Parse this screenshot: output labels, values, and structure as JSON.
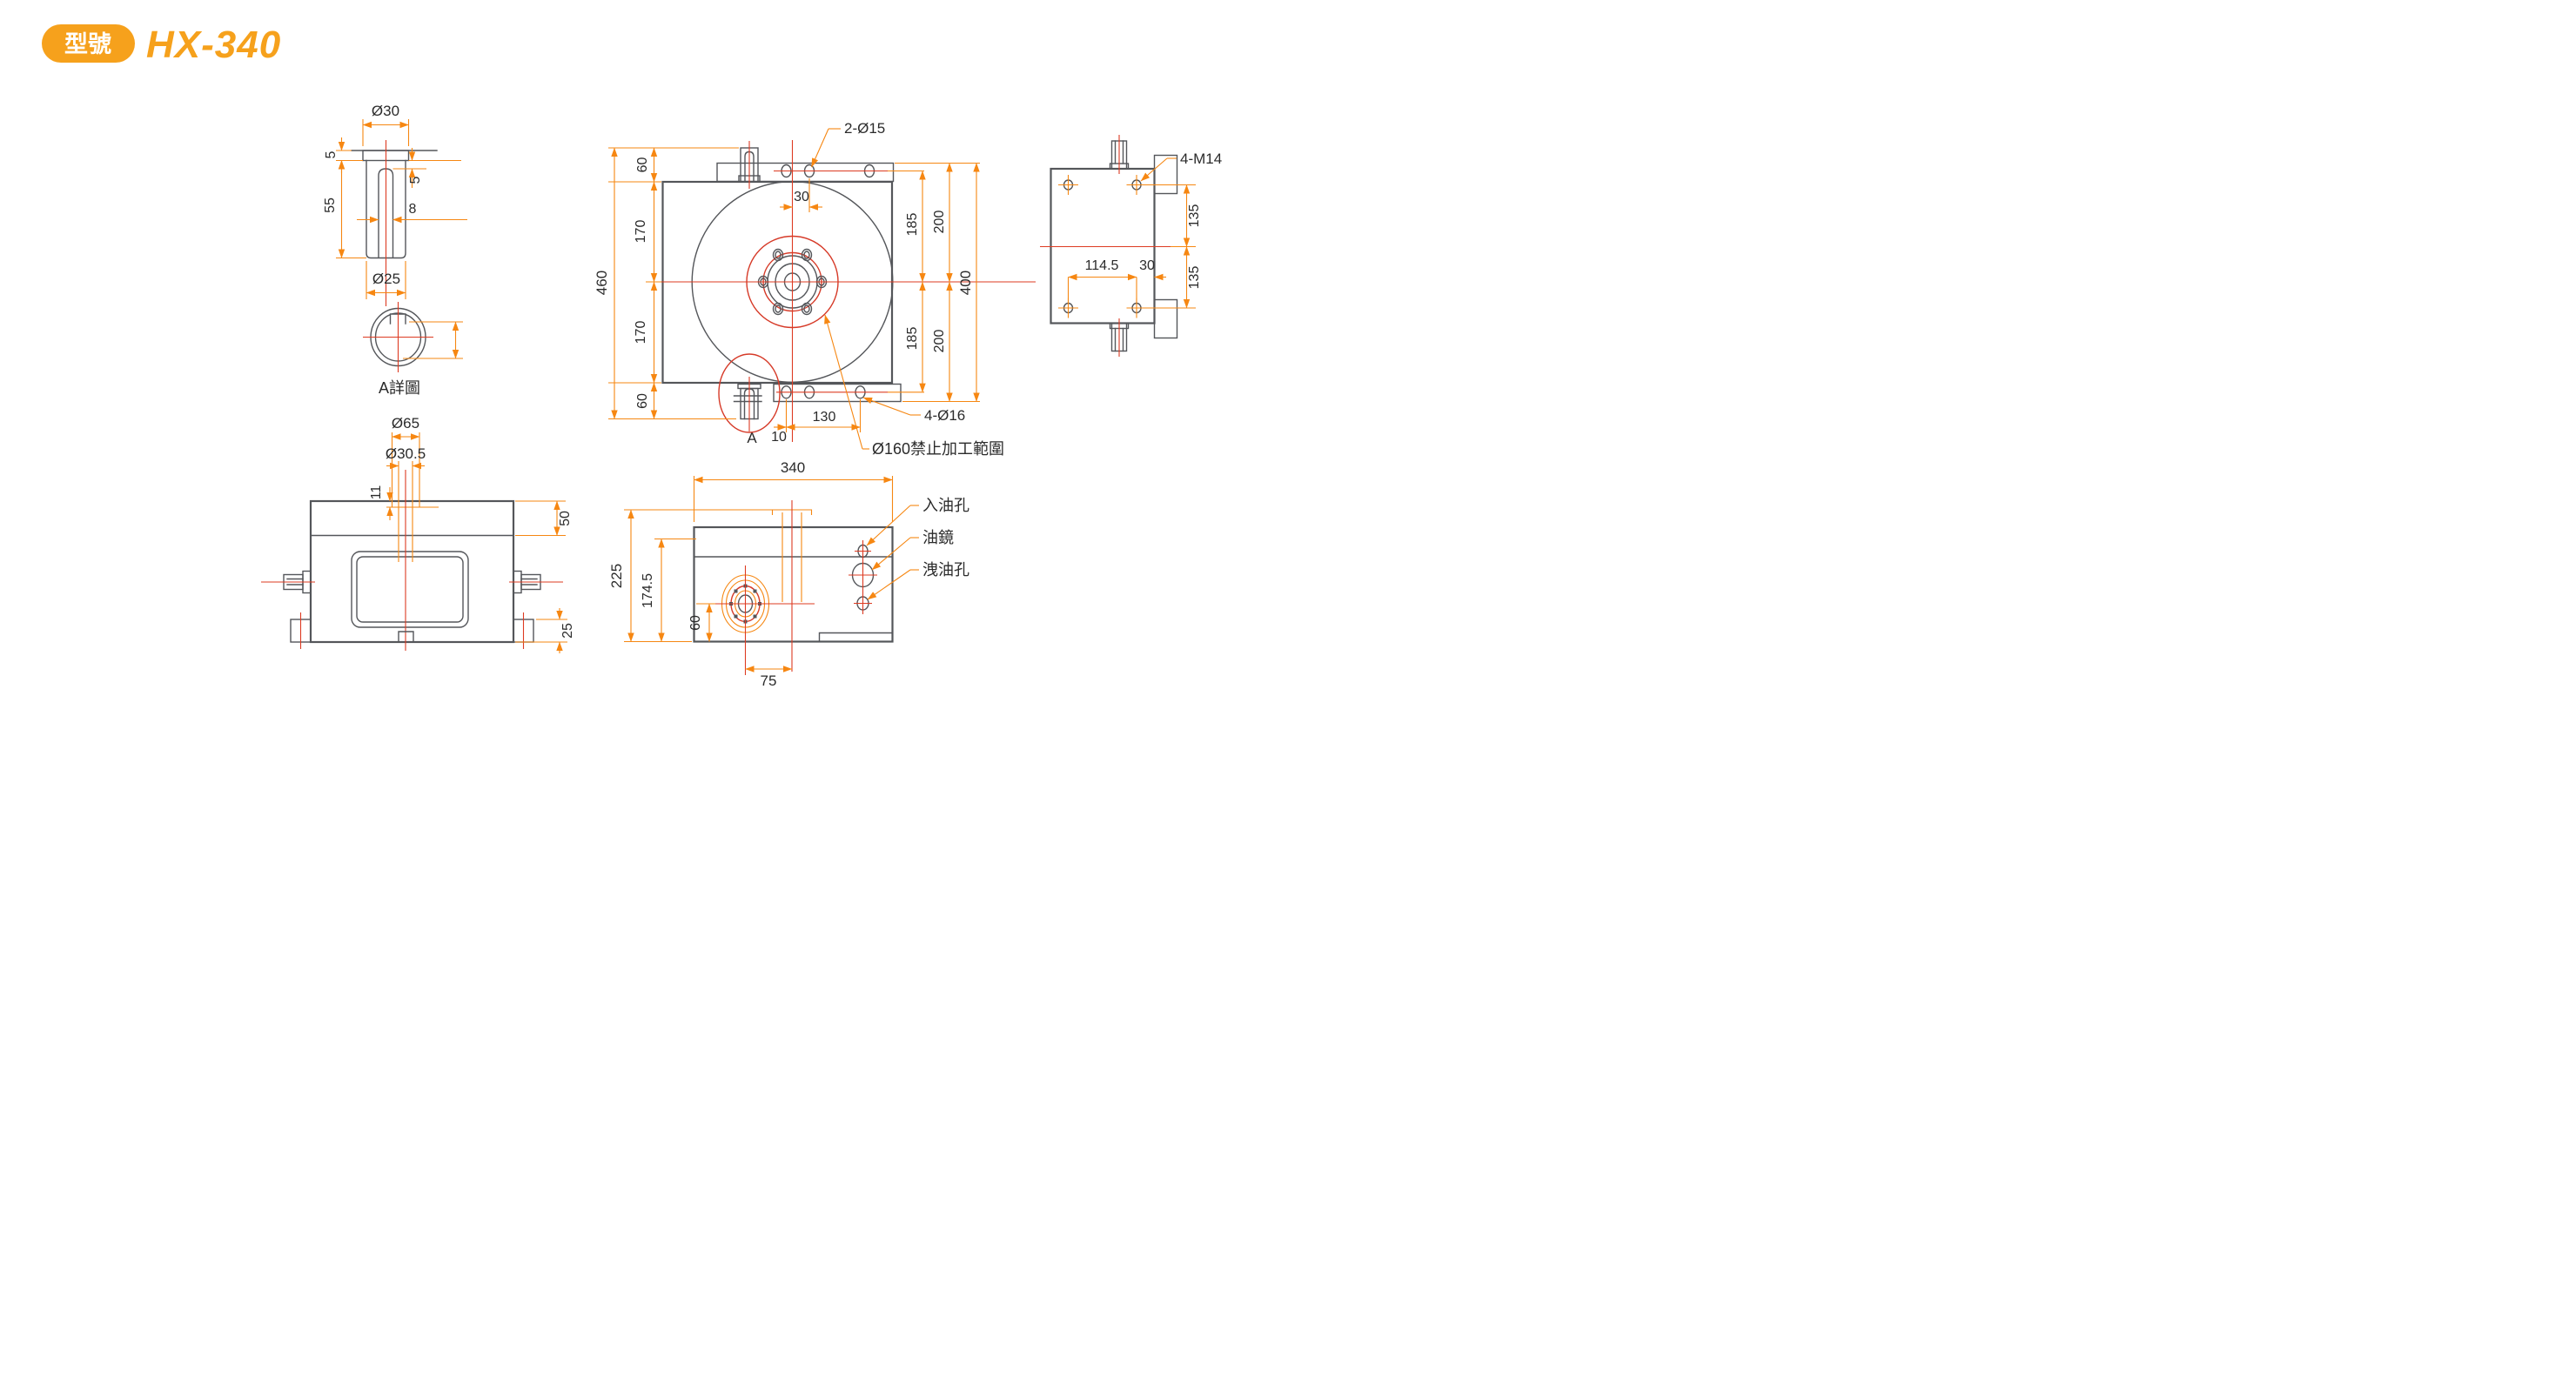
{
  "header": {
    "badge_label": "型號",
    "model": "HX-340"
  },
  "colors": {
    "accent": "#F6A11C",
    "dimension": "#F68712",
    "centerline": "#DD3B22",
    "outline": "#54565A"
  },
  "views": {
    "pin_detail": {
      "dia_top": "Ø30",
      "flange_thk": "5",
      "shaft_len": "55",
      "slot_offset": "5",
      "slot_w": "8",
      "dia_bottom": "Ø25",
      "caption": "A詳圖"
    },
    "top": {
      "pin_holes": "2-Ø15",
      "hole_offset": "30",
      "seg60_top": "60",
      "seg170_top": "170",
      "seg170_bot": "170",
      "seg60_bot": "60",
      "height": "460",
      "seg185_top": "185",
      "seg200_top": "200",
      "seg185_bot": "185",
      "seg200_bot": "200",
      "width400": "400",
      "seg130": "130",
      "seg10": "10",
      "detail_mark": "A",
      "corner_holes": "4-Ø16",
      "no_machining": "Ø160禁止加工範圍"
    },
    "side": {
      "tap_holes": "4-M14",
      "v135_top": "135",
      "v135_bot": "135",
      "h114": "114.5",
      "h30": "30"
    },
    "front": {
      "dia_boss": "Ø65",
      "dia_bore": "Ø30.5",
      "step11": "11",
      "top50": "50",
      "foot25": "25"
    },
    "oil": {
      "width": "340",
      "height": "225",
      "h174": "174.5",
      "h60": "60",
      "w75": "75",
      "inlet": "入油孔",
      "sight": "油鏡",
      "drain": "洩油孔"
    }
  }
}
